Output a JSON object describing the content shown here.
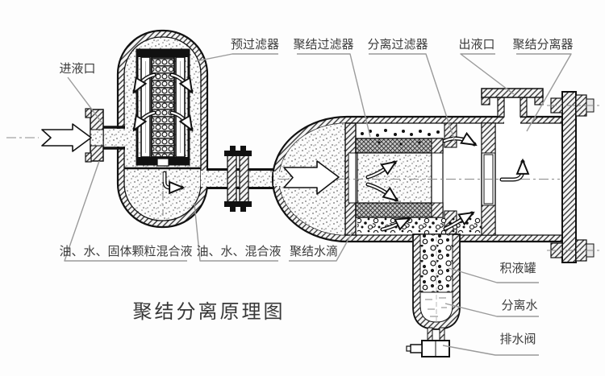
{
  "title": "聚结分离原理图",
  "colors": {
    "background": "#fdfdfd",
    "line": "#111111",
    "label_text": "#3c3c3c",
    "leader_line": "#9a9a9a"
  },
  "labels": {
    "inlet": "进液口",
    "prefilter": "预过滤器",
    "coalescing_filter": "聚结过滤器",
    "separation_filter": "分离过滤器",
    "outlet": "出液口",
    "coalescing_separator": "聚结分离器",
    "inlet_mixture": "油、水、固体颗粒混合液",
    "filtered_mixture": "油、水、混合液",
    "coalesced_droplets": "聚结水滴",
    "collection_tank": "积液罐",
    "separated_water": "分离水",
    "drain_valve": "排水阀"
  }
}
